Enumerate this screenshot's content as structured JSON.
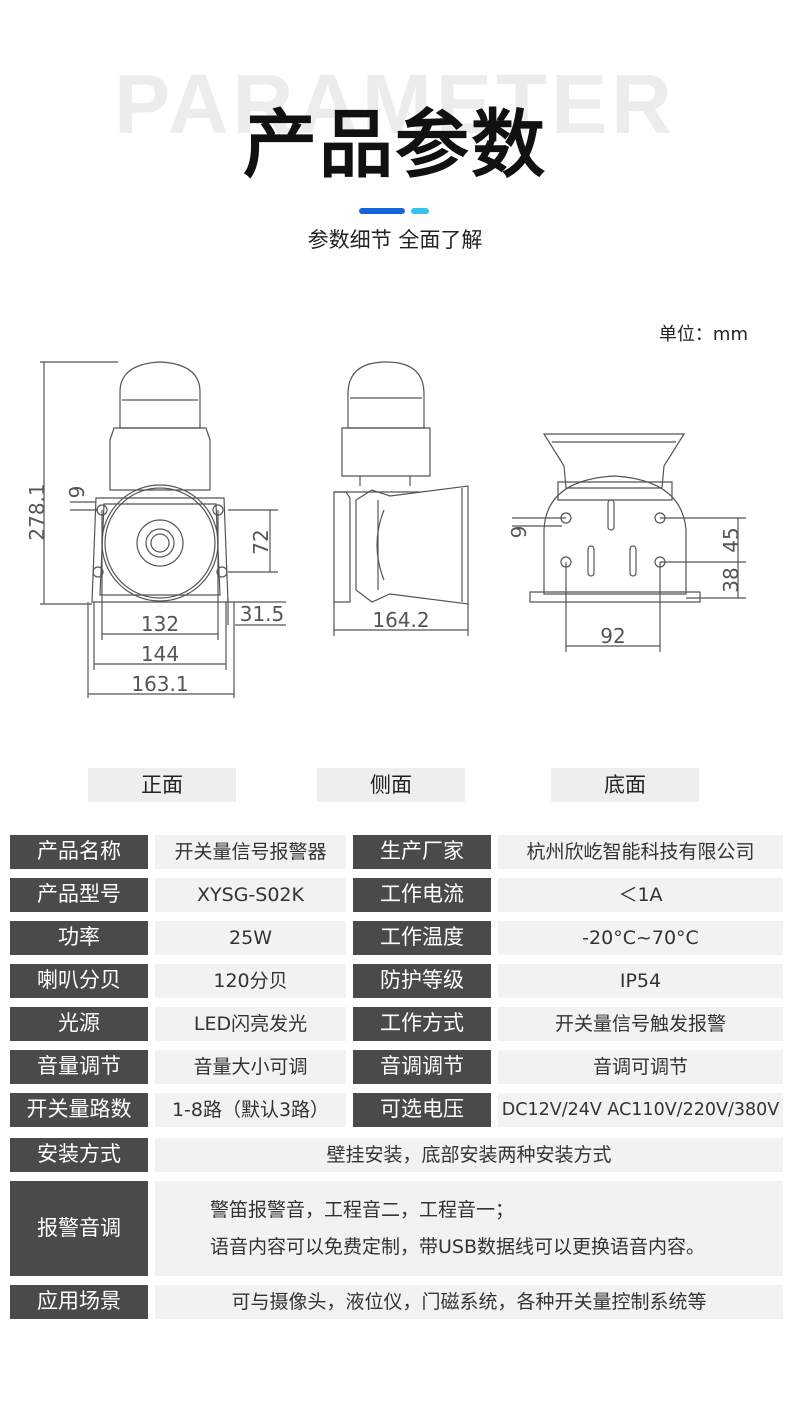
{
  "header": {
    "bg_word": "PARAMETER",
    "title": "产品参数",
    "subtitle": "参数细节 全面了解",
    "accent_colors": [
      "#1565d8",
      "#35c3e8"
    ]
  },
  "unit_label": "单位：mm",
  "dimensions": {
    "front": {
      "height": "278.1",
      "hole": "9",
      "hole_spacing_v": "72",
      "depth": "31.5",
      "w1": "132",
      "w2": "144",
      "w3": "163.1"
    },
    "side": {
      "length": "164.2"
    },
    "bottom": {
      "hole": "9",
      "h1": "45",
      "h2": "38",
      "width": "92"
    }
  },
  "views": [
    "正面",
    "侧面",
    "底面"
  ],
  "specs": {
    "rows": [
      {
        "k1": "产品名称",
        "v1": "开关量信号报警器",
        "k2": "生产厂家",
        "v2": "杭州欣屹智能科技有限公司"
      },
      {
        "k1": "产品型号",
        "v1": "XYSG-S02K",
        "k2": "工作电流",
        "v2": "＜1A"
      },
      {
        "k1": "功率",
        "v1": "25W",
        "k2": "工作温度",
        "v2": "-20°C~70°C"
      },
      {
        "k1": "喇叭分贝",
        "v1": "120分贝",
        "k2": "防护等级",
        "v2": "IP54"
      },
      {
        "k1": "光源",
        "v1": "LED闪亮发光",
        "k2": "工作方式",
        "v2": "开关量信号触发报警"
      },
      {
        "k1": "音量调节",
        "v1": "音量大小可调",
        "k2": "音调调节",
        "v2": "音调可调节"
      },
      {
        "k1": "开关量路数",
        "v1": "1-8路（默认3路）",
        "k2": "可选电压",
        "v2": "DC12V/24V  AC110V/220V/380V"
      }
    ],
    "install": {
      "k": "安装方式",
      "v": "壁挂安装，底部安装两种安装方式"
    },
    "alarm_tone": {
      "k": "报警音调",
      "line1": "警笛报警音，工程音二，工程音一；",
      "line2": "语音内容可以免费定制，带USB数据线可以更换语音内容。"
    },
    "application": {
      "k": "应用场景",
      "v": "可与摄像头，液位仪，门磁系统，各种开关量控制系统等"
    }
  }
}
